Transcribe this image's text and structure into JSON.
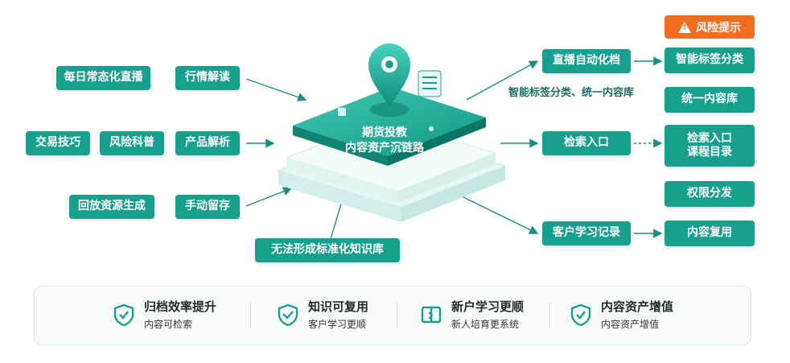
{
  "left_tiles": {
    "daily_live": "每日常态化直播",
    "market_read": "行情解读",
    "trade_skill": "交易技巧",
    "risk_science": "风险科普",
    "product_analysis": "产品解析",
    "replay_gen": "回放资源生成",
    "manual_keep": "手动留存"
  },
  "center": {
    "line1": "期货投教",
    "line2": "内容资产沉链路"
  },
  "bottom_label": "无法形成标准化知识库",
  "mid_nodes": {
    "live_archive": "直播自动化档",
    "archive_caption": "智能标签分类、统一内容库",
    "search_entry": "检索入口",
    "learning_record": "客户学习记录"
  },
  "right_tiles": {
    "risk_alert": "风险提示",
    "smart_tag": "智能标签分类",
    "unified_lib": "统一内容库",
    "search_line1": "检索入口",
    "search_line2": "课程目录",
    "permission": "权限分发",
    "reuse": "内容复用"
  },
  "features": [
    {
      "title": "归档效率提升",
      "sub": "内容可检索",
      "icon": "shield-check-icon"
    },
    {
      "title": "知识可复用",
      "sub": "客户学习更顺",
      "icon": "heart-shield-icon"
    },
    {
      "title": "新户学习更顺",
      "sub": "新人培育更系统",
      "icon": "book-icon"
    },
    {
      "title": "内容资产增值",
      "sub": "内容资产增值",
      "icon": "shield-check-icon"
    }
  ],
  "colors": {
    "teal": "#17a08e",
    "orange": "#f26d1f"
  }
}
